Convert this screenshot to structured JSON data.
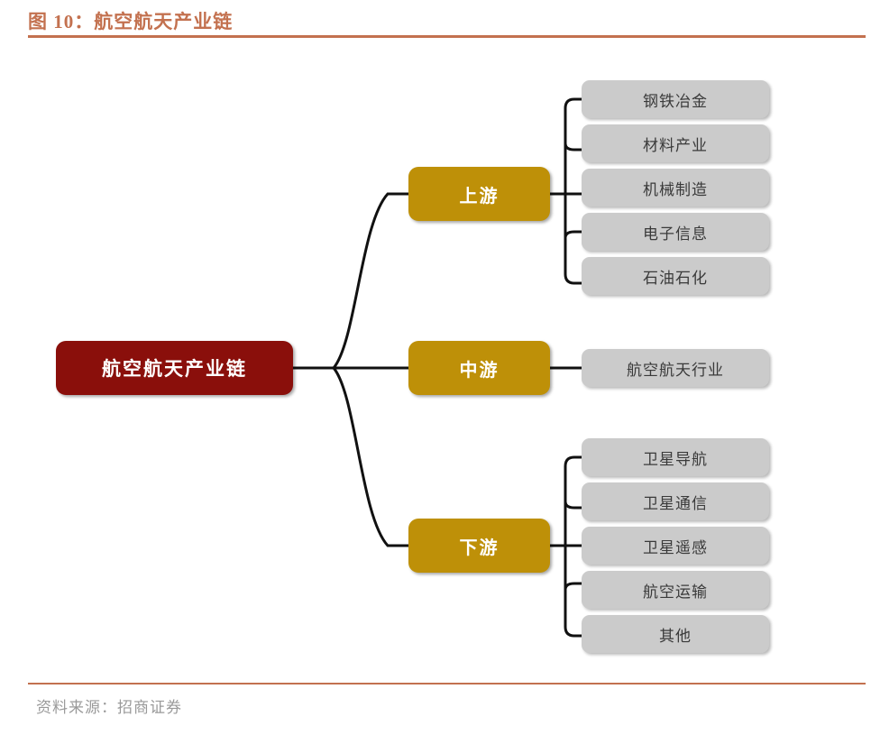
{
  "header": {
    "title": "图 10：航空航天产业链",
    "rule_color": "#C3714F"
  },
  "footer": {
    "source": "资料来源：招商证券"
  },
  "diagram": {
    "type": "tree",
    "root": {
      "label": "航空航天产业链",
      "color": "#8A0F0B",
      "text_color": "#FFFFFF"
    },
    "stage_color": "#BE9008",
    "leaf_color": "#CBCBCB",
    "connector_color": "#111111",
    "stages": [
      {
        "label": "上游",
        "leaves": [
          {
            "label": "钢铁冶金"
          },
          {
            "label": "材料产业"
          },
          {
            "label": "机械制造"
          },
          {
            "label": "电子信息"
          },
          {
            "label": "石油石化"
          }
        ]
      },
      {
        "label": "中游",
        "leaves": [
          {
            "label": "航空航天行业"
          }
        ]
      },
      {
        "label": "下游",
        "leaves": [
          {
            "label": "卫星导航"
          },
          {
            "label": "卫星通信"
          },
          {
            "label": "卫星遥感"
          },
          {
            "label": "航空运输"
          },
          {
            "label": "其他"
          }
        ]
      }
    ]
  }
}
